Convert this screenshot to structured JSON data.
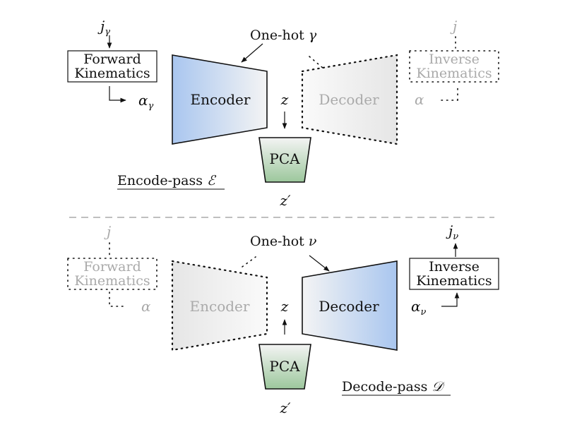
{
  "top": {
    "j_label": "j",
    "j_sub": "γ",
    "fk_line1": "Forward",
    "fk_line2": "Kinematics",
    "alpha_label": "α",
    "alpha_sub": "γ",
    "onehot_text": "One-hot",
    "onehot_sym": "γ",
    "encoder_label": "Encoder",
    "z_label": "z",
    "decoder_label": "Decoder",
    "alpha_faded": "α",
    "j_faded": "j",
    "ik_line1": "Inverse",
    "ik_line2": "Kinematics",
    "pca_label": "PCA",
    "zprime_label": "z′",
    "pass_text": "Encode-pass",
    "pass_sym": "ℰ"
  },
  "bottom": {
    "j_faded": "j",
    "fk_line1": "Forward",
    "fk_line2": "Kinematics",
    "alpha_faded": "α",
    "encoder_label": "Encoder",
    "z_label": "z",
    "onehot_text": "One-hot",
    "onehot_sym": "ν",
    "decoder_label": "Decoder",
    "j_label": "j",
    "j_sub": "ν",
    "ik_line1": "Inverse",
    "ik_line2": "Kinematics",
    "alpha_label": "α",
    "alpha_sub": "ν",
    "pca_label": "PCA",
    "zprime_label": "z′",
    "pass_text": "Decode-pass",
    "pass_sym": "𝒟"
  },
  "colors": {
    "blue": "#a9c6ef",
    "green_top": "#9cc79c",
    "faded_text": "#aaaaaa",
    "divider": "#aaaaaa"
  }
}
